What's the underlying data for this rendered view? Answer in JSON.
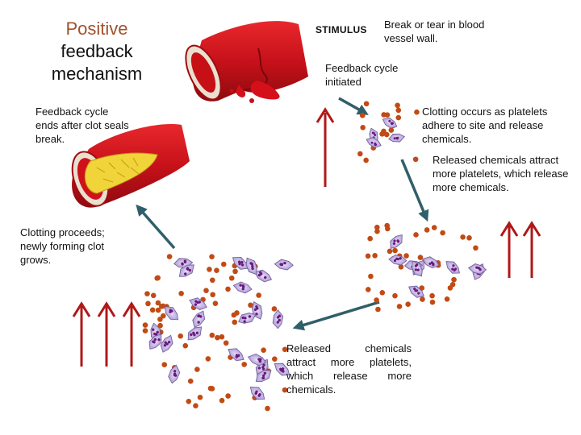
{
  "title": {
    "line1": "Positive",
    "line2": "feedback",
    "line3": "mechanism"
  },
  "stimulus": {
    "label": "STIMULUS",
    "text": "Break or tear in blood vessel wall."
  },
  "captions": {
    "initiated": "Feedback cycle initiated",
    "clotting": "Clotting occurs as platelets adhere to site and release chemicals.",
    "released1": "Released chemicals attract more platelets, which release more chemicals.",
    "released2": "Released chemicals attract more platelets, which release more chemicals.",
    "proceeds": "Clotting proceeds; newly forming clot grows.",
    "ends": "Feedback cycle ends after clot seals break."
  },
  "colors": {
    "arrow_cycle": "#2f5f6a",
    "arrow_up": "#b01818",
    "vessel": "#d8141a",
    "vessel_dark": "#9e0c10",
    "cell_dot": "#c24a14",
    "platelet": "#b9a6d6",
    "platelet_core": "#6a1a7a",
    "clot": "#f1d33a"
  }
}
